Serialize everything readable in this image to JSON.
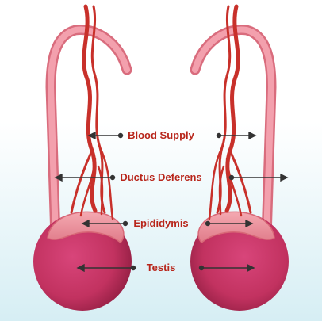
{
  "labels": {
    "blood_supply": "Blood Supply",
    "ductus_deferens": "Ductus Deferens",
    "epididymis": "Epididymis",
    "testis": "Testis"
  },
  "colors": {
    "artery": "#c8302a",
    "duct_fill": "#ef8e9c",
    "duct_edge": "#d96c7d",
    "testis": "#c83561",
    "testis_dark": "#a0234a",
    "epididymis": "#e98590",
    "label": "#b8261b",
    "pointer": "#333333"
  }
}
